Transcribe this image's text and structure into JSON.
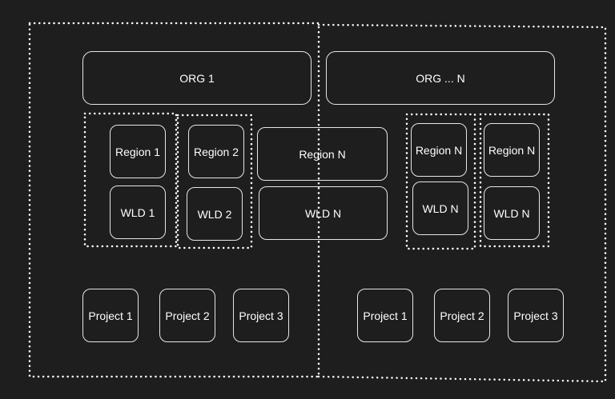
{
  "colors": {
    "background": "#1e1e1e",
    "stroke": "#e6e6e6",
    "text": "#ffffff"
  },
  "orgs": {
    "org1": "ORG 1",
    "orgN": "ORG ... N"
  },
  "regions": {
    "r1": "Region 1",
    "r2": "Region 2",
    "rN_mid": "Region N",
    "rN_right1": "Region N",
    "rN_right2": "Region N"
  },
  "wlds": {
    "w1": "WLD 1",
    "w2": "WLD 2",
    "wN_mid": "WLD N",
    "wN_right1": "WLD N",
    "wN_right2": "WLD N"
  },
  "projects_left": [
    "Project 1",
    "Project 2",
    "Project 3"
  ],
  "projects_right": [
    "Project 1",
    "Project 2",
    "Project 3"
  ]
}
